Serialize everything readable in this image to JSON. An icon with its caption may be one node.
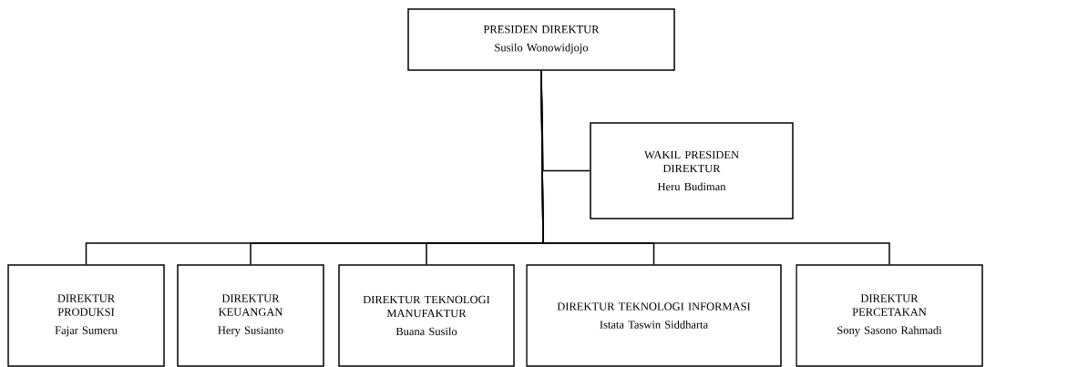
{
  "diagram": {
    "nodes": [
      {
        "text": [
          "PRESIDEN DIREKTUR",
          "Susilo Wonowidjojo"
        ]
      },
      {
        "text": [
          "WAKIL PRESIDEN DIREKTUR",
          "Heru Budiman"
        ]
      },
      {
        "text": [
          "DIREKTUR PRODUKSI",
          "Fajar Sumeru"
        ]
      },
      {
        "text": [
          "DIREKTUR KEUANGAN",
          "Hery Susianto"
        ]
      },
      {
        "text": [
          "DIREKTUR TEKNOLOGI MANUFAKTUR",
          "Buana Susilo"
        ]
      },
      {
        "text": [
          "DIREKTUR TEKNOLOGI INFORMASI",
          "Istata Taswin Siddharta"
        ]
      },
      {
        "text": [
          "DIREKTUR PERCETAKAN",
          "Sony Sasono Rahmadi"
        ]
      }
    ],
    "edges": [
      {
        "from": 0,
        "to": 1,
        "arrow": "none"
      },
      {
        "from": 0,
        "to": 2,
        "arrow": "none"
      },
      {
        "from": 0,
        "to": 3,
        "arrow": "none"
      },
      {
        "from": 0,
        "to": 4,
        "arrow": "none"
      },
      {
        "from": 0,
        "to": 5,
        "arrow": "none"
      },
      {
        "from": 0,
        "to": 6,
        "arrow": "none"
      }
    ]
  }
}
